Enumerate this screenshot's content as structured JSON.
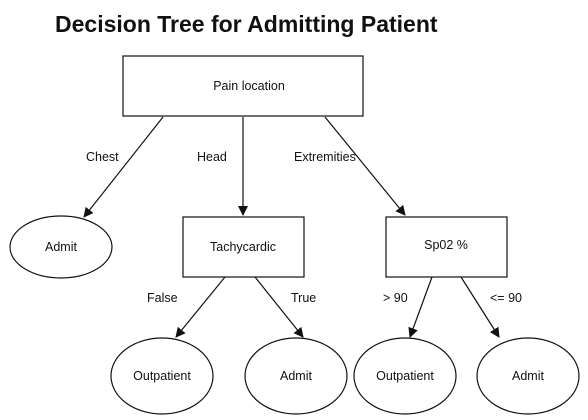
{
  "title": "Decision Tree for Admitting Patient",
  "nodes": {
    "root": "Pain location",
    "chest_leaf": "Admit",
    "head": "Tachycardic",
    "extremities": "Sp02 %",
    "head_false_leaf": "Outpatient",
    "head_true_leaf": "Admit",
    "ext_gt_leaf": "Outpatient",
    "ext_le_leaf": "Admit"
  },
  "edges": {
    "chest": "Chest",
    "head": "Head",
    "extremities": "Extremities",
    "false": "False",
    "true": "True",
    "gt90": "> 90",
    "le90": "<= 90"
  }
}
